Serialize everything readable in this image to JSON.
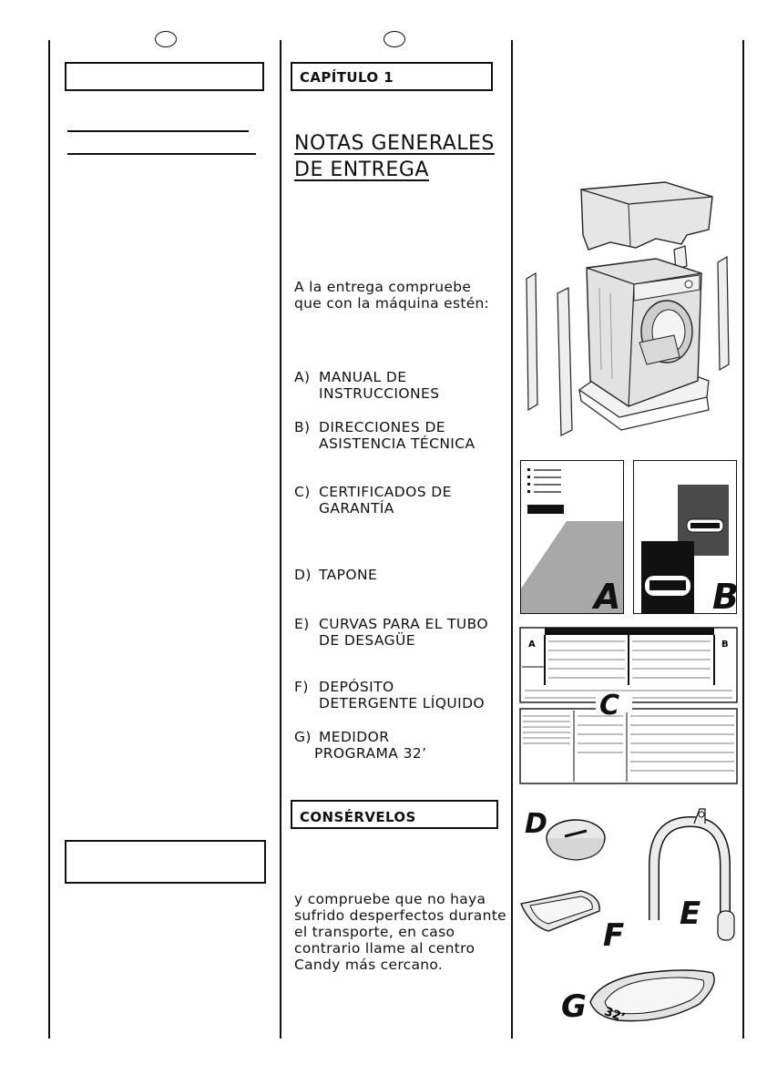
{
  "header": {
    "chapter_label": "CAPÍTULO 1",
    "title_line1": "NOTAS GENERALES",
    "title_line2": "DE ENTREGA"
  },
  "intro": {
    "line1": "A la entrega compruebe",
    "line2": "que con la máquina estén:"
  },
  "items": [
    {
      "letter": "A)",
      "line1": "MANUAL DE",
      "line2": "INSTRUCCIONES"
    },
    {
      "letter": "B)",
      "line1": "DIRECCIONES DE",
      "line2": "ASISTENCIA TÉCNICA"
    },
    {
      "letter": "C)",
      "line1": "CERTIFICADOS DE",
      "line2": "GARANTÍA"
    },
    {
      "letter": "D)",
      "line1": "TAPONE",
      "line2": ""
    },
    {
      "letter": "E)",
      "line1": "CURVAS PARA EL TUBO",
      "line2": "DE DESAGÜE"
    },
    {
      "letter": "F)",
      "line1": "DEPÓSITO",
      "line2": "DETERGENTE LÍQUIDO"
    },
    {
      "letter": "G)",
      "line1": "MEDIDOR",
      "line2": "PROGRAMA 32’"
    }
  ],
  "keep_box": {
    "label": "CONSÉRVELOS"
  },
  "closing": {
    "line1": "y compruebe que no haya",
    "line2": "sufrido desperfectos durante",
    "line3": "el transporte, en caso",
    "line4": "contrario llame al centro",
    "line5": "Candy más cercano."
  },
  "figure_labels": {
    "a": "A",
    "b": "B",
    "c": "C",
    "d": "D",
    "e": "E",
    "f": "F",
    "g": "G",
    "g_mark": "32’"
  }
}
